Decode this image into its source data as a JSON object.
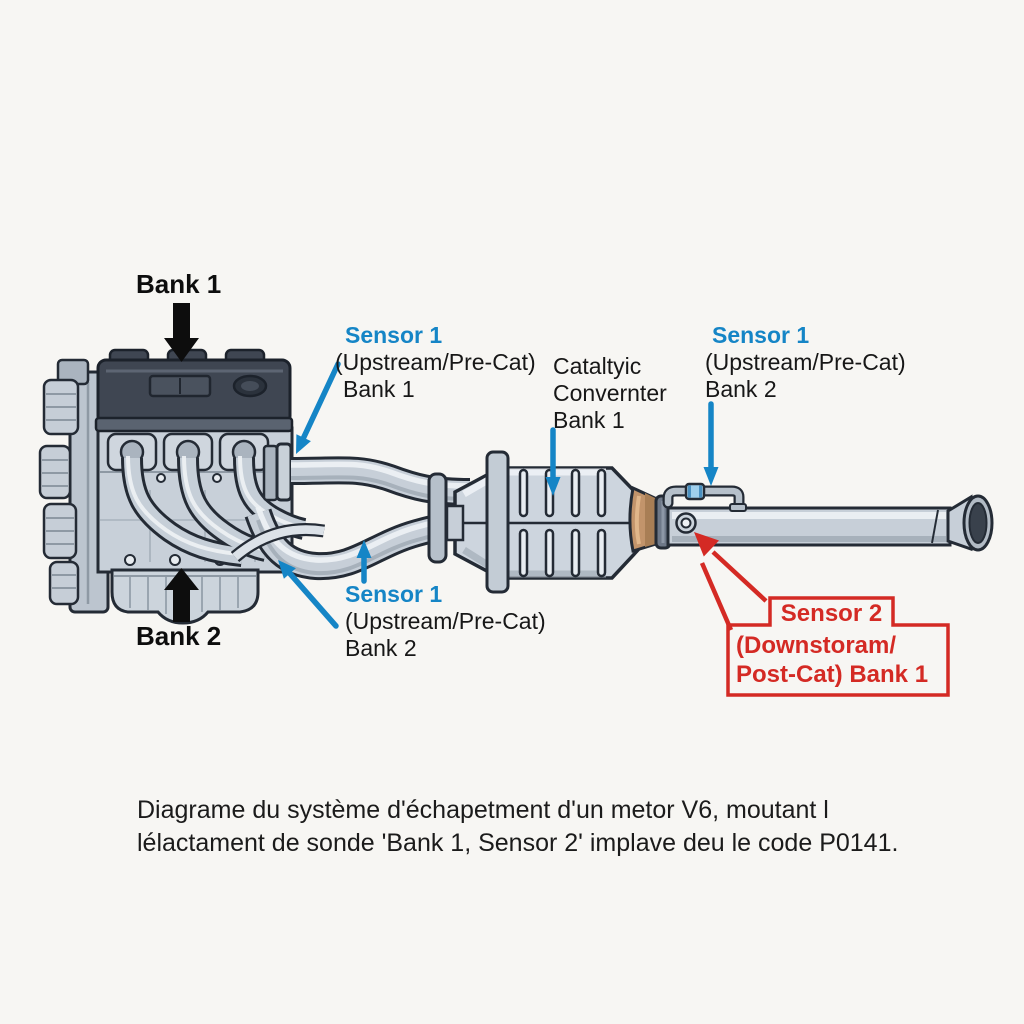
{
  "labels": {
    "bank1": "Bank 1",
    "bank2": "Bank 2",
    "sensor1_bank1": {
      "title": "Sensor 1",
      "sub1": "(Upstream/Pre-Cat)",
      "sub2": "Bank 1"
    },
    "catalytic_converter": {
      "line1": "Cataltyic",
      "line2": "Convernter",
      "line3": "Bank 1"
    },
    "sensor1_bank2_top": {
      "title": "Sensor 1",
      "sub1": "(Upstream/Pre-Cat)",
      "sub2": "Bank 2"
    },
    "sensor1_bank2_bottom": {
      "title": "Sensor 1",
      "sub1": "(Upstream/Pre-Cat)",
      "sub2": "Bank 2"
    },
    "sensor2_callout": {
      "title": "Sensor 2",
      "sub1": "(Downstoram/",
      "sub2": "Post-Cat) Bank 1"
    }
  },
  "caption": {
    "line1": "Diagrame du système d'échapetment d'un metor V6, moutant l",
    "line2": "lélactament de sonde 'Bank 1, Sensor 2' implave deu le code P0141."
  },
  "colors": {
    "background": "#f7f6f3",
    "label_blue": "#1585c6",
    "alert_red": "#d42a24",
    "text_black": "#141414",
    "pipe_gray": "#c7cfd8",
    "engine_cover_dark": "#3f4652",
    "copper_cone": "#c2946b"
  },
  "icons": {
    "bank1_pointer": "black-down-arrow",
    "bank2_pointer": "black-up-arrow",
    "sensor_pointer": "blue-arrow",
    "sensor2_pointer": "red-arrow"
  }
}
